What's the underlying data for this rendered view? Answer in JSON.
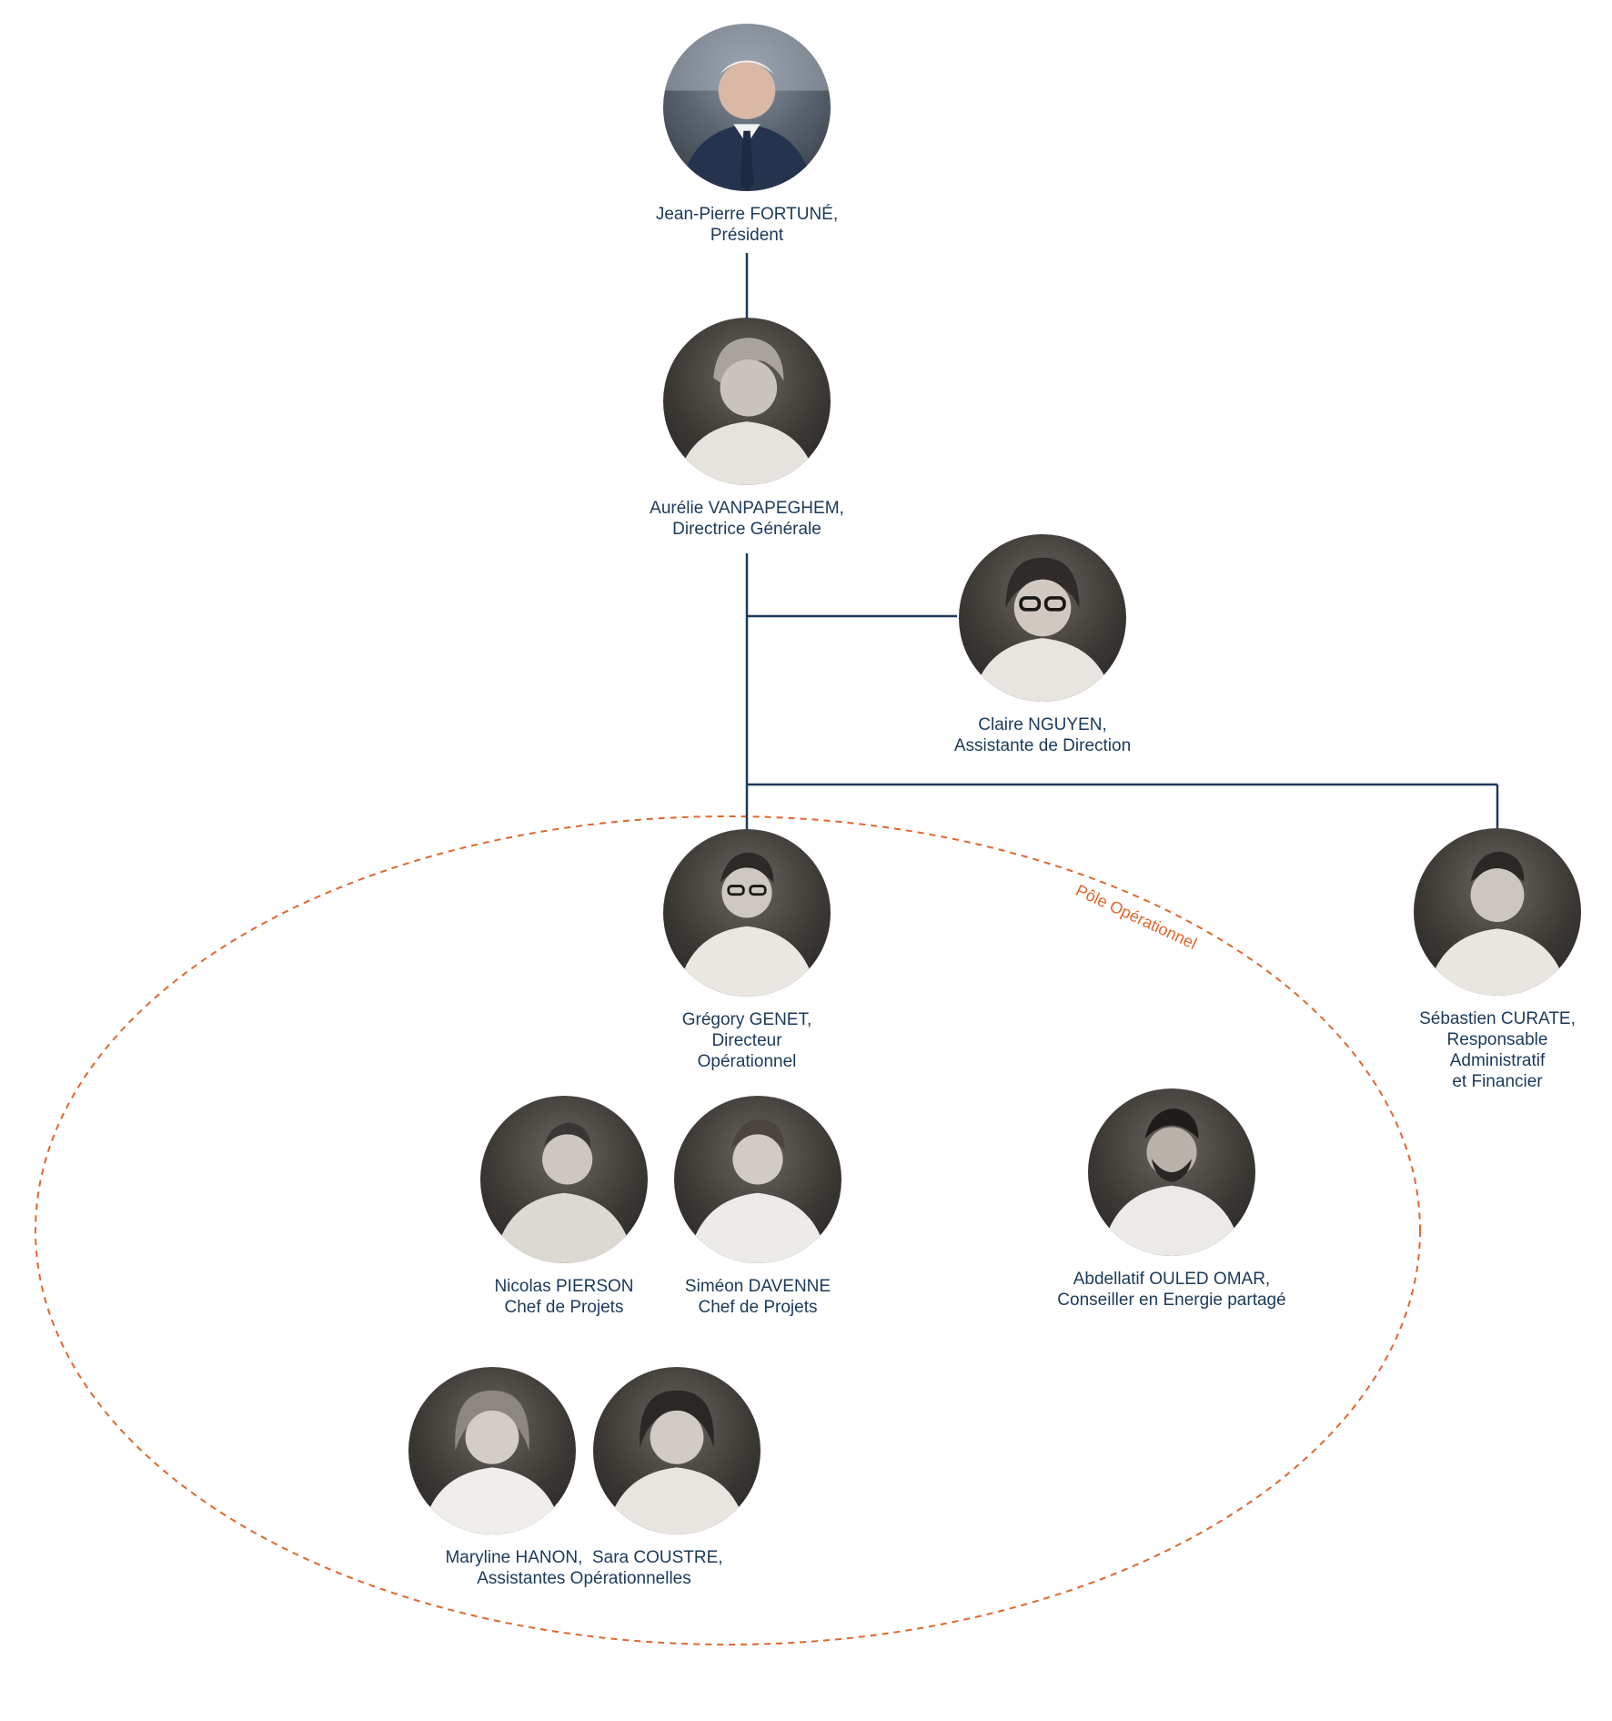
{
  "colors": {
    "line": "#1b3a5a",
    "text": "#1b3a5a",
    "pole_outline": "#e0662e"
  },
  "pole": {
    "label": "Pôle Opérationnel"
  },
  "people": {
    "president": {
      "name": "Jean-Pierre FORTUNÉ,",
      "role": "Président"
    },
    "dg": {
      "name": "Aurélie VANPAPEGHEM,",
      "role": "Directrice Générale"
    },
    "assistant_direction": {
      "name": "Claire NGUYEN,",
      "role": "Assistante de Direction"
    },
    "raf": {
      "name": "Sébastien CURATE,",
      "role_line1": "Responsable",
      "role_line2": "Administratif",
      "role_line3": "et Financier"
    },
    "ops_director": {
      "name": "Grégory GENET,",
      "role_line1": "Directeur",
      "role_line2": "Opérationnel"
    },
    "pm1": {
      "name": "Nicolas PIERSON",
      "role": "Chef de Projets"
    },
    "pm2": {
      "name": "Siméon DAVENNE",
      "role": "Chef de Projets"
    },
    "advisor": {
      "name": "Abdellatif OULED OMAR,",
      "role": "Conseiller en Energie partagé"
    },
    "ops_assistants": {
      "names": "Maryline HANON,  Sara COUSTRE,",
      "role": "Assistantes Opérationnelles"
    }
  }
}
